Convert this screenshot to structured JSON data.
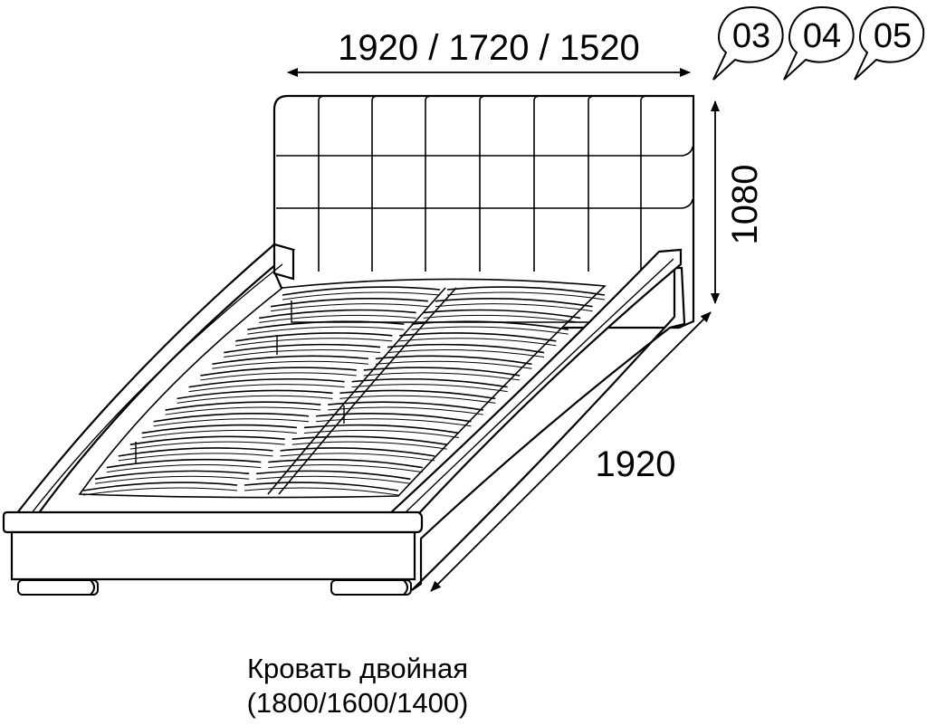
{
  "dimensions": {
    "width_options": "1920 / 1720 / 1520",
    "height": "1080",
    "length": "1920"
  },
  "variant_bubbles": [
    "03",
    "04",
    "05"
  ],
  "caption": {
    "title": "Кровать двойная",
    "sizes": "(1800/1600/1400)"
  },
  "colors": {
    "stroke": "#000000",
    "fill": "#ffffff"
  }
}
